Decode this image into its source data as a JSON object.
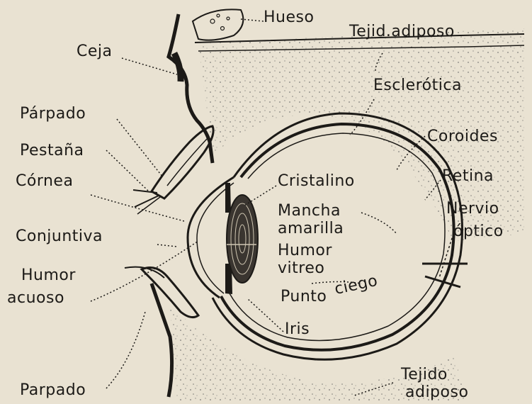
{
  "labels": {
    "hueso": "Hueso",
    "tejido_adiposo_top": "Tejid.adiposo",
    "ceja": "Ceja",
    "esclerotica": "Esclerótica",
    "parpado_top": "Párpado",
    "coroides": "Coroides",
    "pestana": "Pestaña",
    "cornea": "Córnea",
    "cristalino": "Cristalino",
    "retina": "Retina",
    "mancha_1": "Mancha",
    "mancha_2": "amarilla",
    "nervio_1": "Nervio",
    "nervio_2": "óptico",
    "conjuntiva": "Conjuntiva",
    "humor_vitreo_1": "Humor",
    "humor_vitreo_2": "vitreo",
    "humor_acuoso_1": "Humor",
    "humor_acuoso_2": "acuoso",
    "punto_1": "Punto",
    "punto_2": "ciego",
    "iris": "Iris",
    "tejido_bottom_1": "Tejido",
    "tejido_bottom_2": "adiposo",
    "parpado_bottom": "Parpado"
  },
  "colors": {
    "paper": "#e9e2d2",
    "ink": "#1c1a17"
  }
}
